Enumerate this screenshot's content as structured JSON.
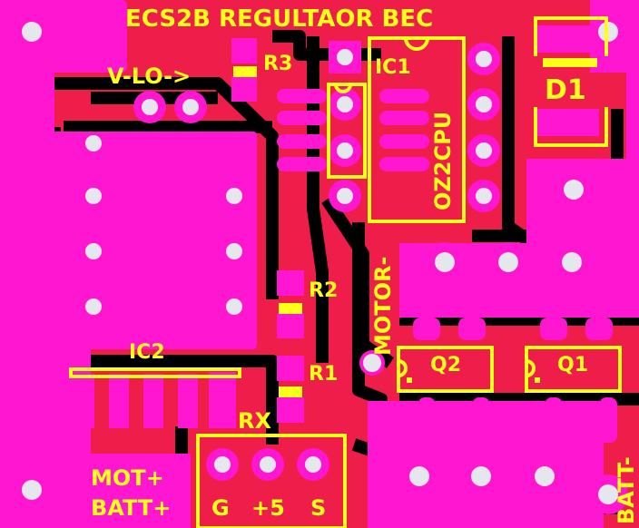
{
  "board": {
    "title": "ECS2B REGULTAOR BEC",
    "colors": {
      "copper": "#ee1d4a",
      "pads": "#ff16d0",
      "silkscreen": "#ffff1a",
      "drill": "#e6e6ee",
      "trace": "#000000"
    }
  },
  "components": {
    "r3": "R3",
    "r2": "R2",
    "r1": "R1",
    "ic1": "IC1",
    "ic1_part": "OZ2CPU",
    "ic2": "IC2",
    "d1": "D1",
    "q1": "Q1",
    "q2": "Q2"
  },
  "labels": {
    "v_lo": "V-LO->",
    "motor_minus": "MOTOR-",
    "batt_minus": "BATT-",
    "mot_plus": "MOT+",
    "batt_plus": "BATT+",
    "rx": "RX",
    "pin_g": "G",
    "pin_5v": "+5",
    "pin_s": "S"
  }
}
